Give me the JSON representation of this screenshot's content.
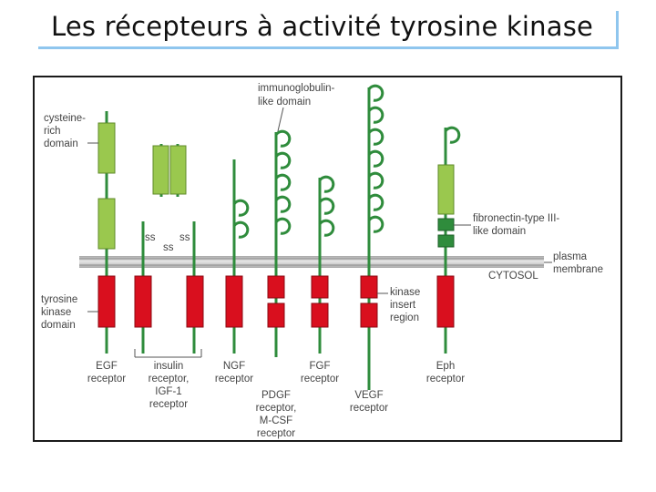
{
  "slide": {
    "title": "Les récepteurs à activité tyrosine kinase"
  },
  "colors": {
    "membrane": "#b8b8b8",
    "stem": "#2f8c3c",
    "cysteine_domain": "#9ac84e",
    "kinase_domain": "#d90f1e",
    "fibronectin_domain": "#2f8c3c",
    "title_accent": "#8fc6ee"
  },
  "labels": {
    "cysteine_rich_domain": [
      "cysteine-",
      "rich",
      "domain"
    ],
    "immunoglobulin_domain": [
      "immunoglobulin-",
      "like domain"
    ],
    "fibronectin_domain": [
      "fibronectin-type III-",
      "like domain"
    ],
    "plasma_membrane": [
      "plasma",
      "membrane"
    ],
    "cytosol": "CYTOSOL",
    "tyrosine_kinase_domain": [
      "tyrosine",
      "kinase",
      "domain"
    ],
    "kinase_insert_region": [
      "kinase",
      "insert",
      "region"
    ],
    "disulfide": "ss"
  },
  "receptors": {
    "egf": [
      "EGF",
      "receptor"
    ],
    "insulin": [
      "insulin",
      "receptor,",
      "IGF-1",
      "receptor"
    ],
    "ngf": [
      "NGF",
      "receptor"
    ],
    "pdgf": [
      "PDGF",
      "receptor,",
      "M-CSF",
      "receptor"
    ],
    "fgf": [
      "FGF",
      "receptor"
    ],
    "vegf": [
      "VEGF",
      "receptor"
    ],
    "eph": [
      "Eph",
      "receptor"
    ]
  }
}
